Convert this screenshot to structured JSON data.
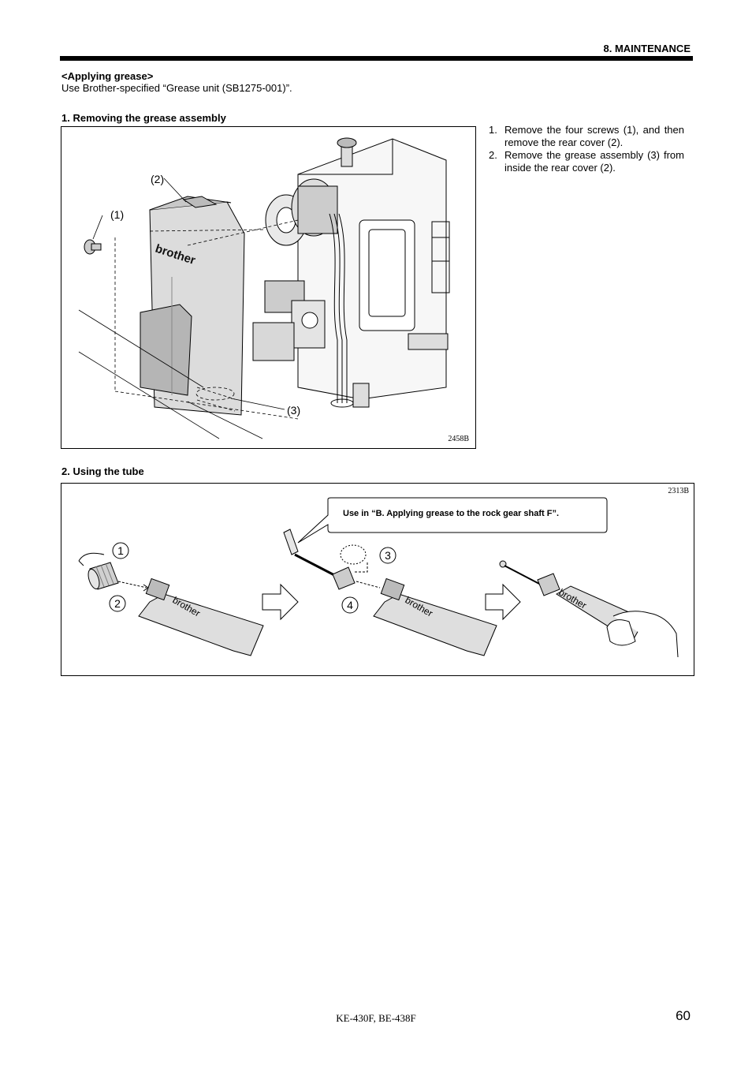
{
  "header": {
    "section": "8. MAINTENANCE"
  },
  "intro": {
    "heading": "<Applying grease>",
    "text": "Use Brother-specified “Grease unit (SB1275-001)”."
  },
  "section1": {
    "heading": "1. Removing the grease assembly",
    "figure_code": "2458B",
    "callouts": [
      "(1)",
      "(2)",
      "(3)"
    ],
    "cover_logo": "brother",
    "steps": [
      {
        "num": "1.",
        "text": "Remove the four screws (1), and then remove the rear cover (2)."
      },
      {
        "num": "2.",
        "text": "Remove the grease assembly (3) from inside the rear cover (2)."
      }
    ]
  },
  "section2": {
    "heading": "2. Using the tube",
    "figure_code": "2313B",
    "note": "Use in “B. Applying grease to the rock gear shaft F”.",
    "step_numbers": [
      "1",
      "2",
      "3",
      "4"
    ],
    "tube_logo": "brother"
  },
  "footer": {
    "model": "KE-430F, BE-438F",
    "page": "60"
  }
}
